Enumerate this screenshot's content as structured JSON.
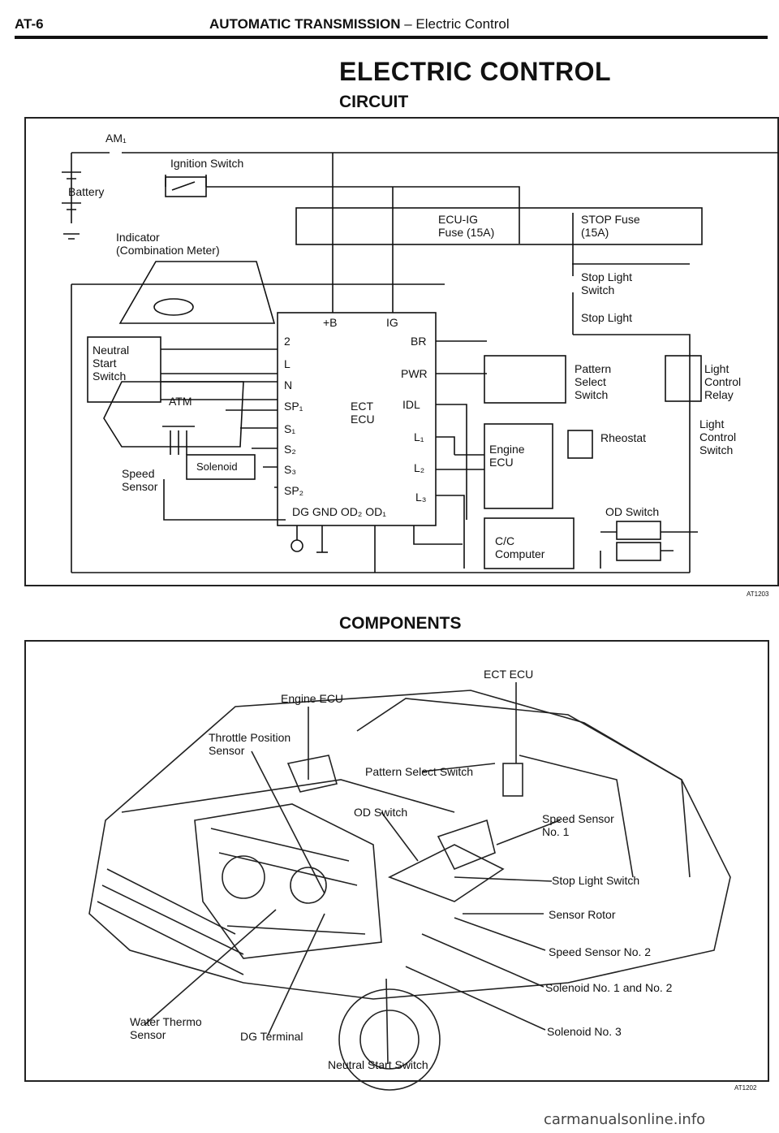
{
  "header": {
    "page_number": "AT-6",
    "section": "AUTOMATIC TRANSMISSION",
    "subsection": "Electric Control"
  },
  "titles": {
    "main": "ELECTRIC CONTROL",
    "circuit": "CIRCUIT",
    "components": "COMPONENTS"
  },
  "circuit": {
    "am1": "AM₁",
    "ignition_switch": "Ignition Switch",
    "battery": "Battery",
    "indicator": "Indicator",
    "indicator_sub": "(Combination Meter)",
    "ecu_ig_fuse_line1": "ECU-IG",
    "ecu_ig_fuse_line2": "Fuse (15A)",
    "stop_fuse_line1": "STOP Fuse",
    "stop_fuse_line2": "(15A)",
    "stop_light_switch_line1": "Stop Light",
    "stop_light_switch_line2": "Switch",
    "stop_light": "Stop Light",
    "neutral_start_line1": "Neutral",
    "neutral_start_line2": "Start",
    "neutral_start_line3": "Switch",
    "atm": "ATM",
    "solenoid": "Solenoid",
    "speed_sensor_line1": "Speed",
    "speed_sensor_line2": "Sensor",
    "ect_ecu_line1": "ECT",
    "ect_ecu_line2": "ECU",
    "pins_top": [
      "+B",
      "IG"
    ],
    "pins_left": [
      "2",
      "L",
      "N",
      "SP₁",
      "S₁",
      "S₂",
      "S₃",
      "SP₂"
    ],
    "pins_right": [
      "BR",
      "PWR",
      "IDL",
      "L₁",
      "L₂",
      "L₃"
    ],
    "pins_bottom": "DG  GND OD₂ OD₁",
    "pattern_select_line1": "Pattern",
    "pattern_select_line2": "Select",
    "pattern_select_line3": "Switch",
    "light_relay_line1": "Light",
    "light_relay_line2": "Control",
    "light_relay_line3": "Relay",
    "light_switch_line1": "Light",
    "light_switch_line2": "Control",
    "light_switch_line3": "Switch",
    "rheostat": "Rheostat",
    "engine_ecu_line1": "Engine",
    "engine_ecu_line2": "ECU",
    "od_switch": "OD Switch",
    "cc_line1": "C/C",
    "cc_line2": "Computer",
    "code": "AT1203"
  },
  "components": {
    "ect_ecu": "ECT ECU",
    "engine_ecu": "Engine ECU",
    "throttle_line1": "Throttle Position",
    "throttle_line2": "Sensor",
    "pattern_select": "Pattern Select Switch",
    "od_switch": "OD Switch",
    "speed_sensor1_line1": "Speed Sensor",
    "speed_sensor1_line2": "No. 1",
    "stop_light_switch": "Stop Light Switch",
    "sensor_rotor": "Sensor Rotor",
    "speed_sensor2": "Speed Sensor No. 2",
    "solenoid12": "Solenoid No. 1 and No. 2",
    "solenoid3": "Solenoid No. 3",
    "water_thermo_line1": "Water Thermo",
    "water_thermo_line2": "Sensor",
    "dg_terminal": "DG Terminal",
    "neutral_start": "Neutral Start Switch",
    "code": "AT1202"
  },
  "footer": "carmanualsonline.info"
}
